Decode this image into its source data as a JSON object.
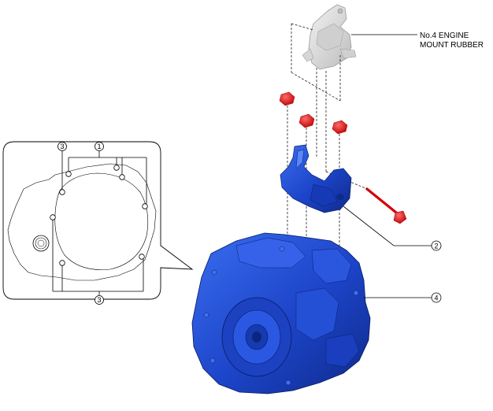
{
  "labels": {
    "mount_rubber_line1": "No.4 ENGINE",
    "mount_rubber_line2": "MOUNT RUBBER"
  },
  "callouts": {
    "c1": "1",
    "c2": "2",
    "c3_top": "3",
    "c3_bottom": "3",
    "c4": "4"
  },
  "colors": {
    "transaxle_blue": "#1f4fd6",
    "bracket_blue": "#2457e0",
    "nut_red": "#e01010",
    "mount_gray": "#d9d9d9"
  }
}
